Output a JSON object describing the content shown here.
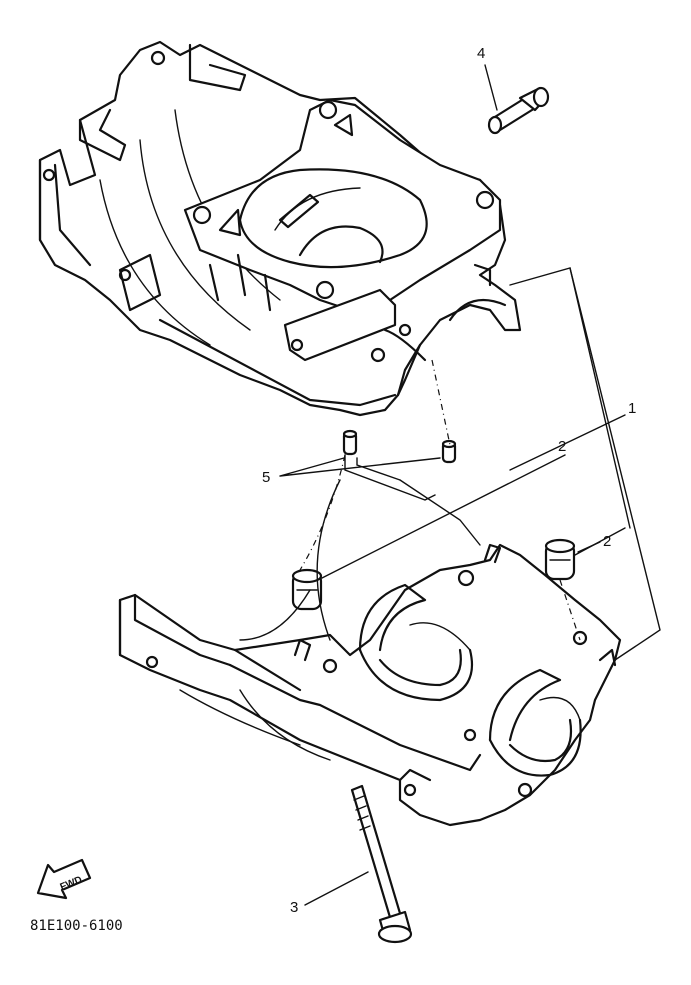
{
  "callouts": {
    "c1": "1",
    "c2a": "2",
    "c2b": "2",
    "c3": "3",
    "c4": "4",
    "c5": "5"
  },
  "fwd_arrow": {
    "label": "FWD"
  },
  "drawing_code": "81E100-6100",
  "colors": {
    "line": "#111111",
    "background": "#ffffff"
  }
}
